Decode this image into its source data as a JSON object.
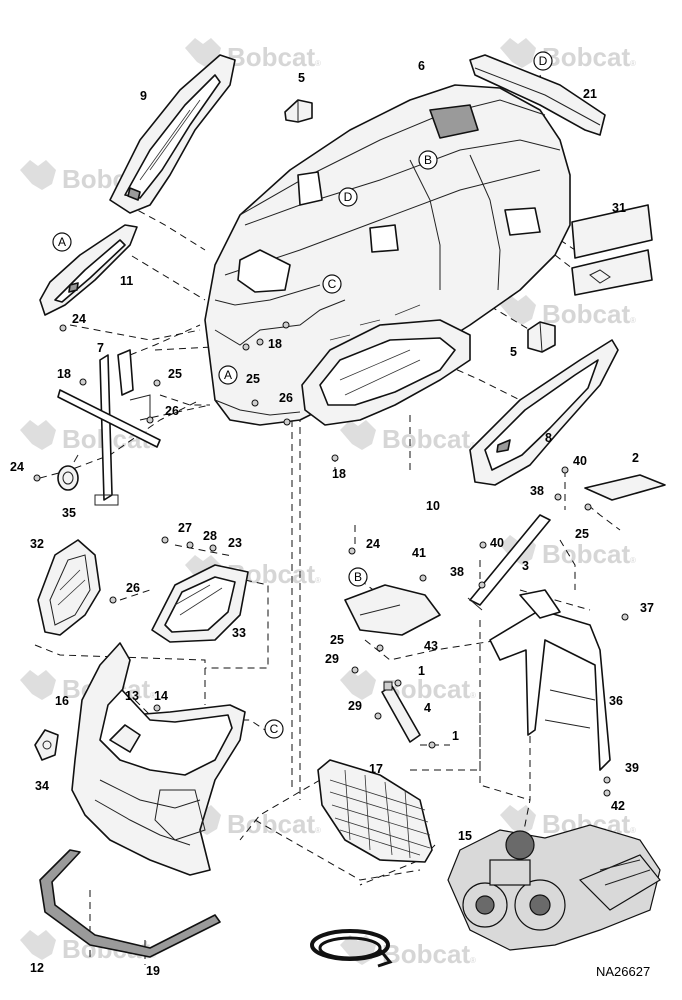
{
  "brand": {
    "watermark": "Bobcat",
    "watermark_mark": "®"
  },
  "drawing_number": "NA26627",
  "part_callouts": [
    "1",
    "2",
    "3",
    "4",
    "5",
    "6",
    "7",
    "8",
    "9",
    "10",
    "11",
    "12",
    "13",
    "14",
    "15",
    "16",
    "17",
    "18",
    "19",
    "21",
    "23",
    "24",
    "25",
    "26",
    "27",
    "28",
    "29",
    "31",
    "32",
    "33",
    "34",
    "35",
    "36",
    "37",
    "38",
    "39",
    "40",
    "41",
    "42",
    "43"
  ],
  "reference_letters": [
    "A",
    "B",
    "C",
    "D"
  ],
  "icons": {
    "watermark": "bobcat-logo-icon",
    "engine": "engine-assembly-illustration",
    "seal": "rubber-seal-coil-illustration"
  },
  "colors": {
    "line": "#111111",
    "watermark": "#d6d6d6",
    "background": "#ffffff"
  }
}
